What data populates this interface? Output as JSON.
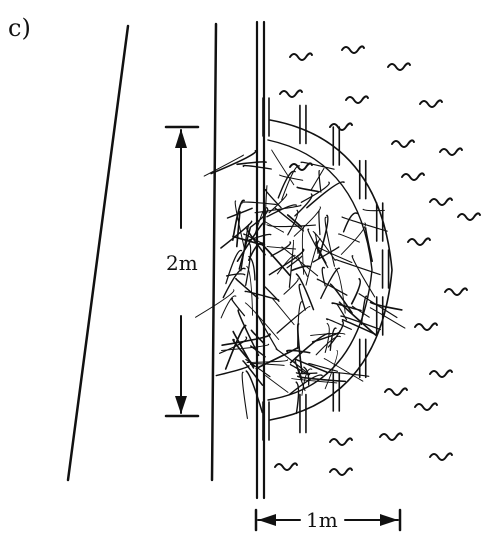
{
  "figure": {
    "panel_label": "c)",
    "height_label": "2m",
    "width_label": "1m",
    "ink_color": "#111111",
    "background": "#ffffff"
  }
}
